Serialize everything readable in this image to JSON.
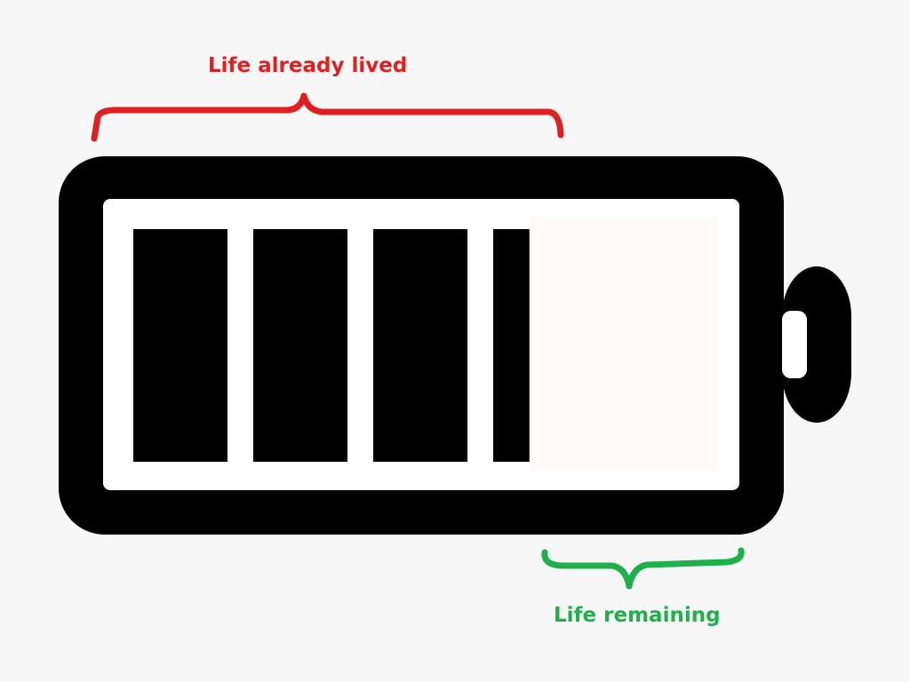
{
  "labels": {
    "lived": "Life already lived",
    "remaining": "Life remaining"
  },
  "battery": {
    "total_segments": 5,
    "filled_fraction": 0.69
  },
  "colors": {
    "background": "#f7f7f7",
    "battery_outline": "#000000",
    "battery_inner": "#ffffff",
    "segment_filled": "#000000",
    "segment_empty": "#fdf9f7",
    "lived": "#e02020",
    "remaining": "#1fb04c"
  },
  "icons": {
    "lived_bracket": "curly-brace-icon",
    "remaining_bracket": "curly-brace-icon",
    "battery": "battery-icon"
  }
}
